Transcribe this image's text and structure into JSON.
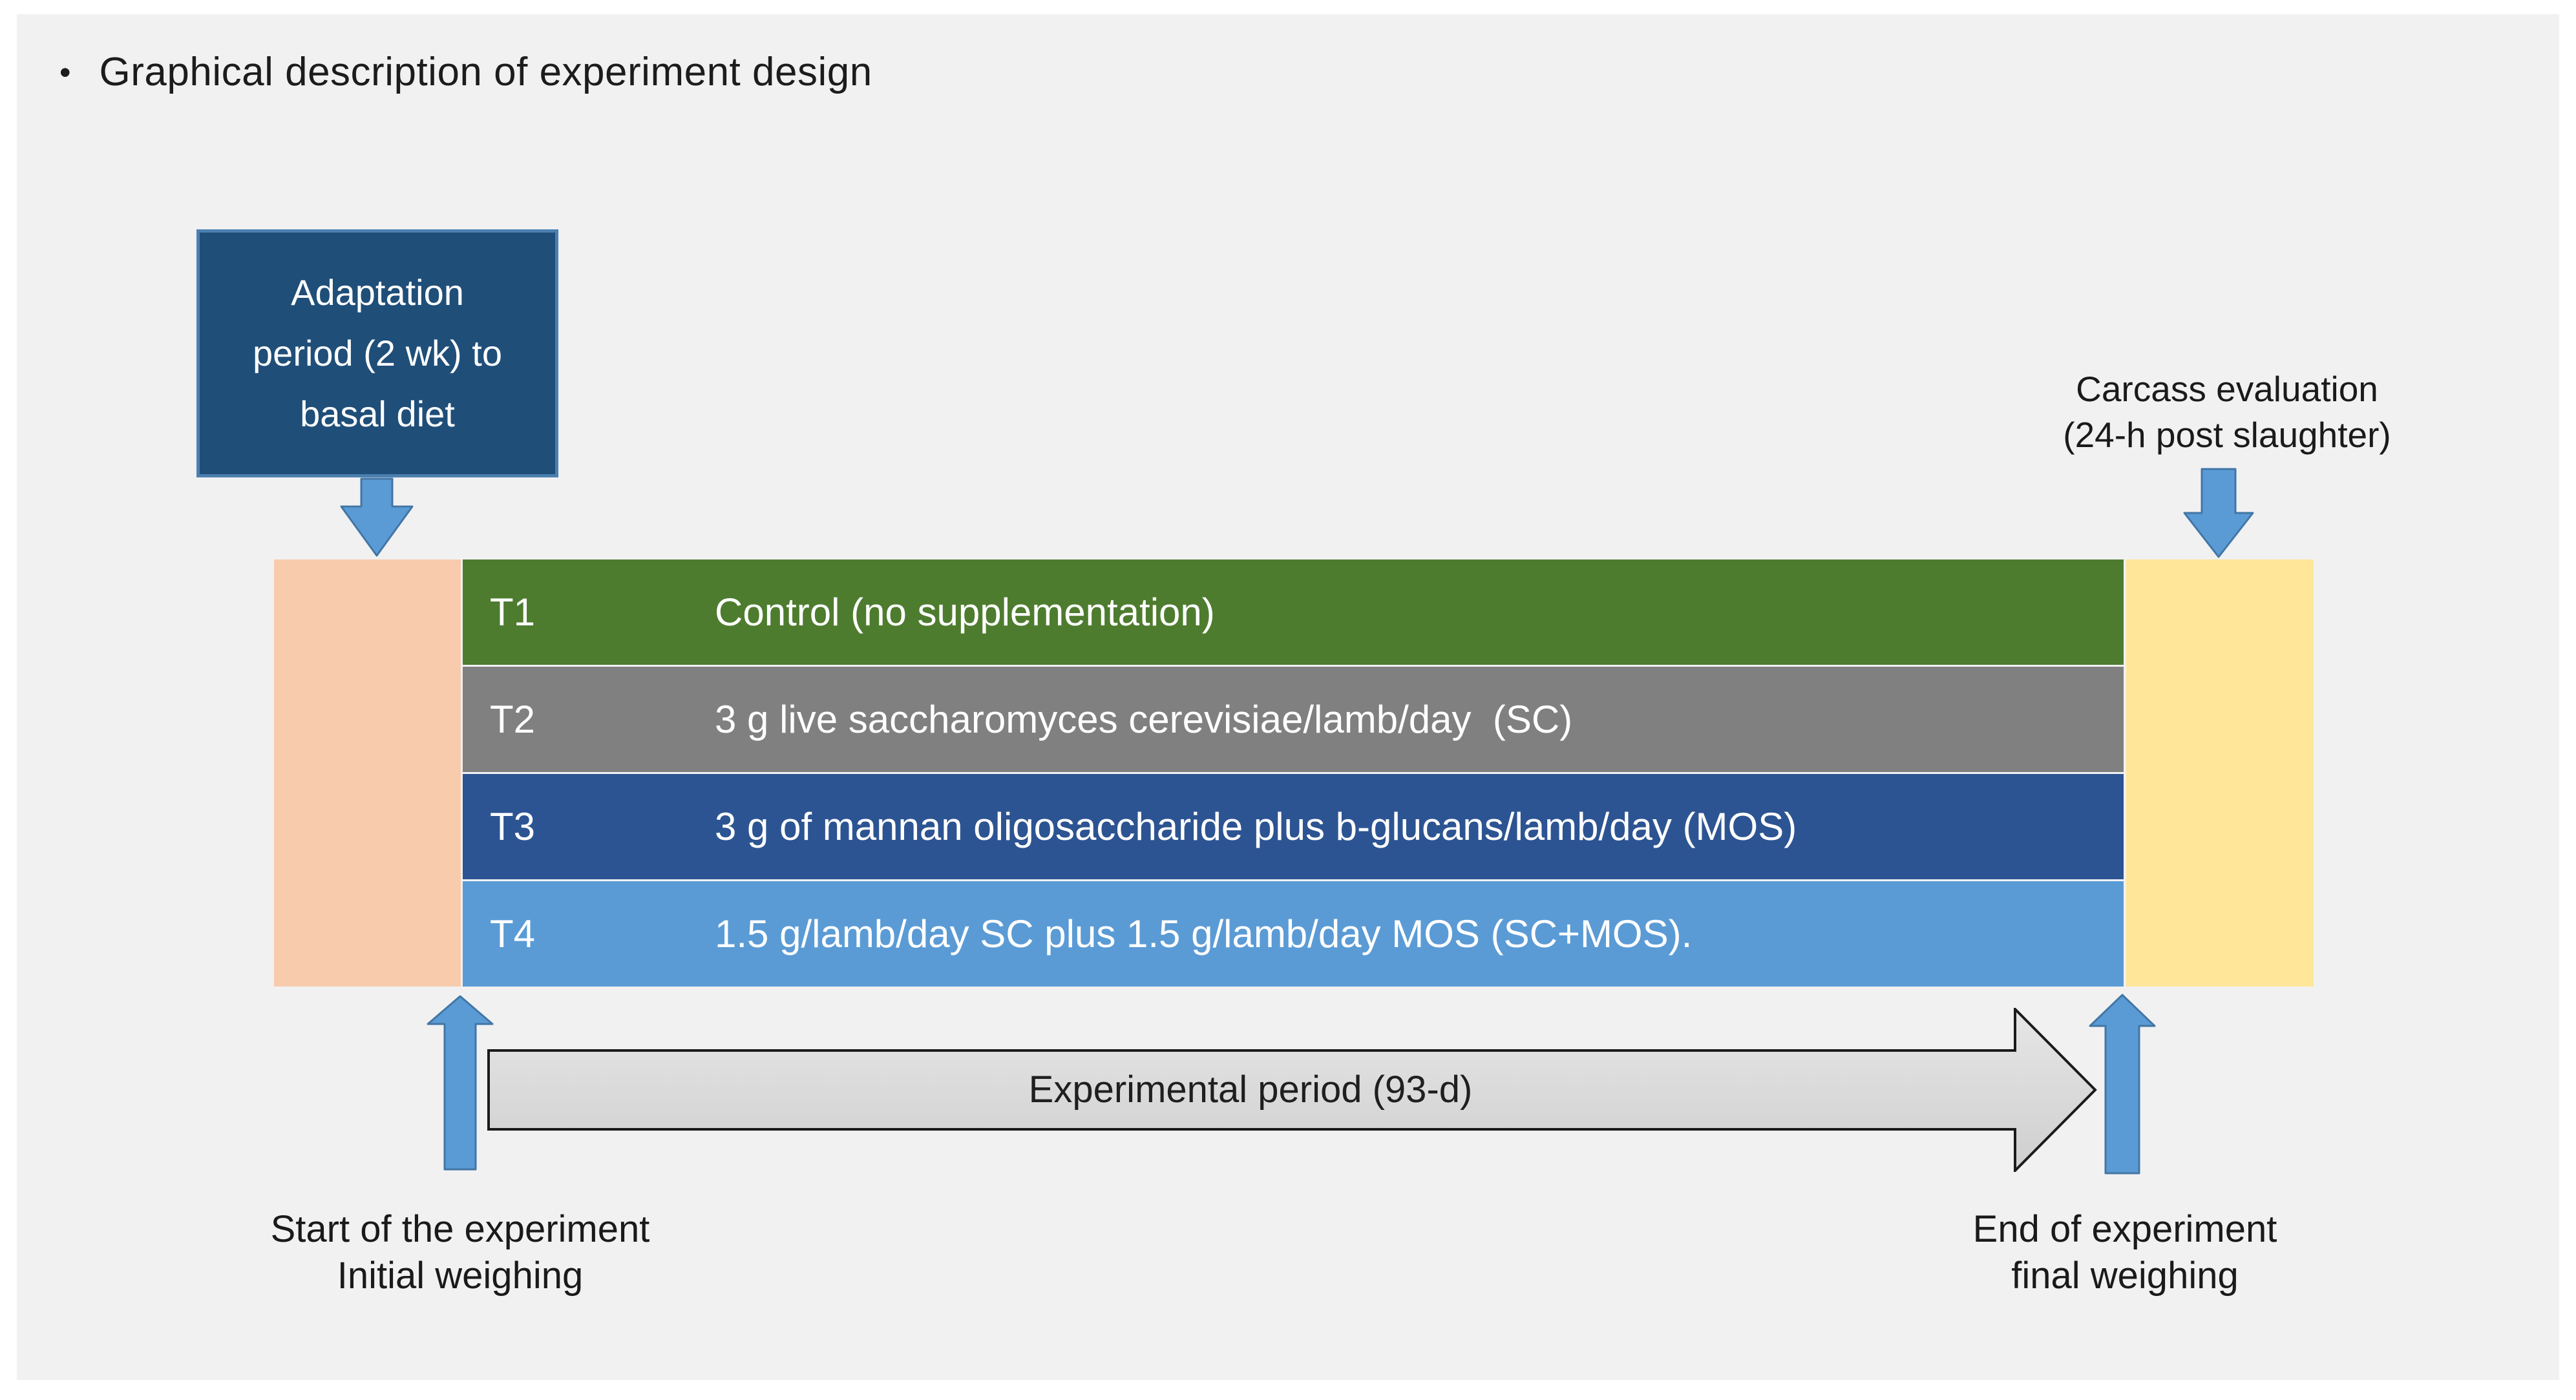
{
  "slide": {
    "bullet": "•",
    "title": "Graphical description of experiment design",
    "background": "#f1f1f2"
  },
  "adaptation_box": {
    "text": "Adaptation\nperiod (2 wk) to\nbasal diet",
    "fill": "#1f4e79",
    "border": "#4b80b0"
  },
  "carcass_label": {
    "text": "Carcass evaluation\n(24-h post slaughter)"
  },
  "timeline": {
    "adaptation_column_color": "#f8cbad",
    "carcass_column_color": "#ffe699",
    "treatments": [
      {
        "label": "T1",
        "description": "Control (no supplementation)",
        "color": "#4e7c2f"
      },
      {
        "label": "T2",
        "description": "3 g live saccharomyces cerevisiae/lamb/day  (SC)",
        "color": "#808080"
      },
      {
        "label": "T3",
        "description": "3 g of mannan oligosaccharide plus b-glucans/lamb/day (MOS)",
        "color": "#2d5492"
      },
      {
        "label": "T4",
        "description": "1.5 g/lamb/day SC plus 1.5 g/lamb/day MOS (SC+MOS).",
        "color": "#5b9bd5"
      }
    ]
  },
  "period_arrow": {
    "label": "Experimental period (93-d)",
    "fill": "#d9d9d9",
    "border": "#1b1b1b"
  },
  "start_label": {
    "text": "Start of the experiment\nInitial weighing"
  },
  "end_label": {
    "text": "End of experiment\nfinal weighing"
  },
  "arrow_colors": {
    "fill": "#5b9bd5",
    "border": "#4276a5"
  }
}
